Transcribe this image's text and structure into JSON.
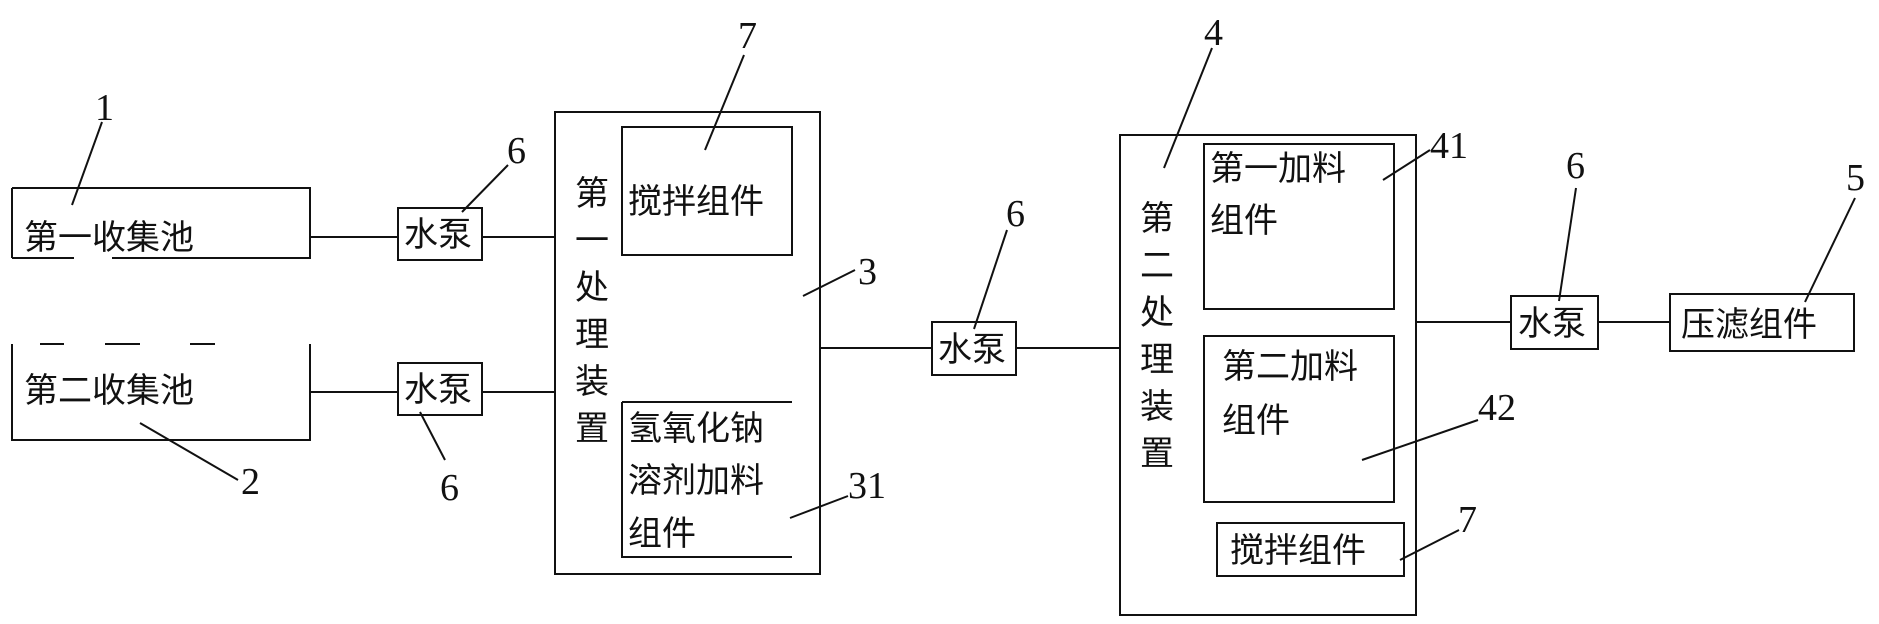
{
  "boxes": {
    "pool1": "第一收集池",
    "pool2": "第二收集池",
    "pump": "水泵",
    "device1": "第一处理装置",
    "mix": "搅拌组件",
    "naoh_line1": "氢氧化钠",
    "naoh_line2": "溶剂加料",
    "naoh_line3": "组件",
    "device2": "第二处理装置",
    "feed1_line1": "第一加料",
    "feed1_line2": "组件",
    "feed2_line1": "第二加料",
    "feed2_line2": "组件",
    "filter": "压滤组件"
  },
  "refs": {
    "r1": "1",
    "r2": "2",
    "r3": "3",
    "r4": "4",
    "r5": "5",
    "r6": "6",
    "r7": "7",
    "r31": "31",
    "r41": "41",
    "r42": "42"
  }
}
